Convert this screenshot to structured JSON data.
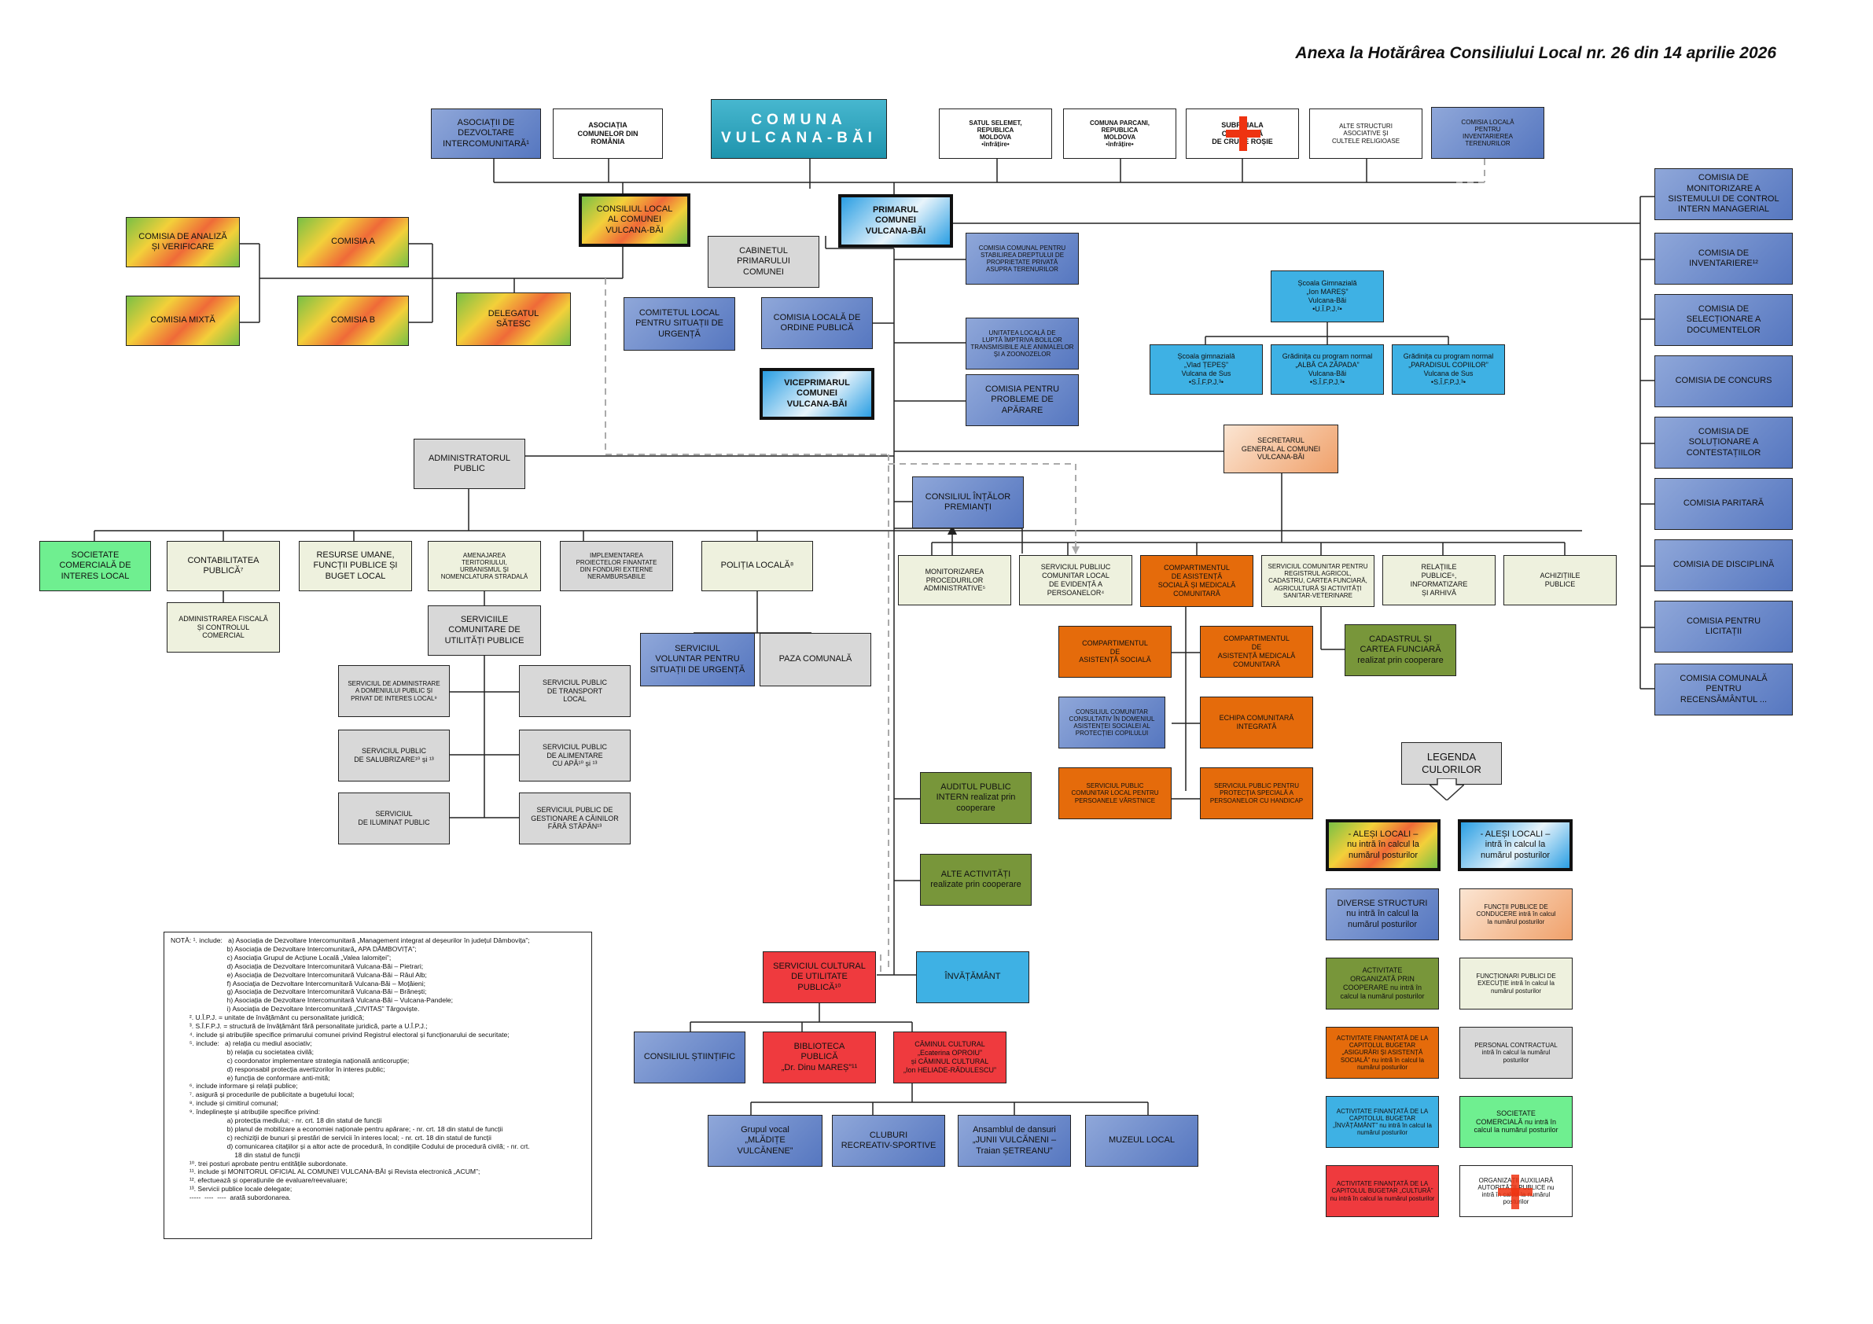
{
  "document": {
    "title": "Anexa la Hotărârea Consiliului Local nr. 26 din 14 aprilie 2026"
  },
  "boxes": {
    "asoc_intercom": "ASOCIAȚII DE\nDEZVOLTARE\nINTERCOMUNITARĂ¹",
    "asoc_comunelor": "ASOCIAȚIA\nCOMUNELOR DIN\nROMÂNIA",
    "comuna": "COMUNA\nVULCANA-BĂI",
    "satul_selemet": "SATUL SELEMET,\nREPUBLICA\nMOLDOVA\n•înfrățire•",
    "comuna_parcani": "COMUNA PARCANI,\nREPUBLICA\nMOLDOVA\n•înfrățire•",
    "subfiliala": "SUBFILIALA\nCOMUNALĂ\nDE CRUCE ROȘIE",
    "alte_structuri": "ALTE STRUCTURI\nASOCIATIVE ȘI\nCULTELE RELIGIOASE",
    "comisia_inventariere_teren": "COMISIA LOCALĂ\nPENTRU\nINVENTARIEREA\nTERENURILOR",
    "consiliul_local": "CONSILIUL LOCAL\nAL COMUNEI\nVULCANA-BĂI",
    "primarul": "PRIMARUL\nCOMUNEI\nVULCANA-BĂI",
    "comisia_analiza": "COMISIA DE ANALIZĂ\nȘI VERIFICARE",
    "comisia_a": "COMISIA A",
    "comisia_mixta": "COMISIA MIXTĂ",
    "comisia_b": "COMISIA B",
    "delegatul": "DELEGATUL\nSĂTESC",
    "cabinetul": "CABINETUL\nPRIMARULUI\nCOMUNEI",
    "comisia_comunala_teren": "COMISIA COMUNAL PENTRU\nSTABILIREA DREPTULUI DE\nPROPRIETATE PRIVATĂ\nASUPRA TERENURILOR",
    "comitetul_local": "COMITETUL LOCAL\nPENTRU SITUAȚII DE\nURGENȚĂ",
    "comisia_ordine": "COMISIA LOCALĂ DE\nORDINE PUBLICĂ",
    "unitatea_locala": "UNITATEA LOCALĂ DE\nLUPTĂ ÎMPTRIVA BOLILOR\nTRANSMISIBILE ALE ANIMALELOR\nȘI A ZOONOZELOR",
    "viceprimarul": "VICEPRIMARUL\nCOMUNEI\nVULCANA-BĂI",
    "comisia_aparare": "COMISIA PENTRU\nPROBLEME DE\nAPĂRARE",
    "scoala_gimn": "Școala Gimnazială\n„Ion MAREȘ”\nVulcana-Băi\n•U.Î.P.J.²•",
    "scoala_tepes": "Școala gimnazială\n„Vlad ȚEPEȘ”\nVulcana de Sus\n•S.Î.F.P.J.³•",
    "gradinita_alba": "Grădinița cu program normal\n„ALBĂ CA ZĂPADA”\nVulcana-Băi\n•S.Î.F.P.J.³•",
    "gradinita_paradis": "Grădinița cu program normal\n„PARADISUL COPIILOR”\nVulcana de Sus\n•S.Î.F.P.J.³•",
    "secretarul": "SECRETARUL\nGENERAL AL COMUNEI\nVULCANA-BĂI",
    "administratorul": "ADMINISTRATORUL\nPUBLIC",
    "consiliul_premianti": "CONSILIUL ÎNȚĂLOR\nPREMIANȚI",
    "societatea": "SOCIETATE\nCOMERCIALĂ DE\nINTERES LOCAL",
    "contabilitatea": "CONTABILITATEA\nPUBLICĂ⁷",
    "resurse_umane": "RESURSE UMANE,\nFUNCȚII PUBLICE ȘI\nBUGET LOCAL",
    "amenajarea": "AMENAJAREA\nTERITORIULUI,\nURBANISMUL ȘI\nNOMENCLATURA STRADALĂ",
    "implementarea": "IMPLEMENTAREA\nPROIECTELOR FINANTATE\nDIN FONDURI EXTERNE\nNERAMBURSABILE",
    "politia": "POLIȚIA LOCALĂ⁸",
    "administrarea_fiscala": "ADMINISTRAREA FISCALĂ\nȘI CONTROLUL\nCOMERCIAL",
    "serviciile_comunitare": "SERVICIILE\nCOMUNITARE DE\nUTILITĂȚI PUBLICE",
    "serv_voluntar": "SERVICIUL\nVOLUNTAR PENTRU\nSITUAȚII DE URGENȚĂ",
    "paza": "PAZA COMUNALĂ",
    "serv_admin_domeniu": "SERVICIUL DE ADMINISTRARE\nA DOMENIULUI PUBLIC ȘI\nPRIVAT DE INTERES LOCAL⁹",
    "serv_transport": "SERVICIUL PUBLIC\nDE TRANSPORT\nLOCAL",
    "serv_salubrizare": "SERVICIUL PUBLIC\nDE SALUBRIZARE¹⁰ și ¹³",
    "serv_alimentare": "SERVICIUL PUBLIC\nDE ALIMENTARE\nCU APĂ¹⁰ și ¹³",
    "serv_iluminat": "SERVICIUL\nDE ILUMINAT PUBLIC",
    "serv_caini": "SERVICIUL PUBLIC DE\nGESTIONARE A CÂINILOR\nFĂRĂ STĂPÂN¹³",
    "monitorizarea": "MONITORIZAREA\nPROCEDURILOR\nADMINISTRATIVE⁵",
    "serv_evidenta": "SERVICIUL PUBLIUC\nCOMUNITAR LOCAL\nDE EVIDENȚĂ A\nPERSOANELOR⁴",
    "compartimentul_asistenta": "COMPARTIMENTUL\nDE ASISTENȚĂ\nSOCIALĂ ȘI MEDICALĂ\nCOMUNITARĂ",
    "serv_registrul": "SERVICIUL COMUNITAR PENTRU\nREGISTRUL AGRICOL,\nCADASTRU, CARTEA FUNCIARĂ,\nAGRICULTURĂ ȘI ACTIVITĂȚI\nSANITAR-VETERINARE",
    "relatiile": "RELAȚIILE\nPUBLICE⁶,\nINFORMATIZARE\nȘI ARHIVĂ",
    "achizitiile": "ACHIZIȚIILE\nPUBLICE",
    "comp_asistenta_sociala": "COMPARTIMENTUL\nDE\nASISTENȚĂ SOCIALĂ",
    "comp_asistenta_medicala": "COMPARTIMENTUL\nDE\nASISTENȚĂ MEDICALĂ\nCOMUNITARĂ",
    "cadastrul": "CADASTRUL ȘI\nCARTEA FUNCIARĂ\nrealizat prin cooperare",
    "consiliul_consultativ": "CONSILIUL COMUNITAR\nCONSULTATIV ÎN DOMENIUL\nASISTENȚEI SOCIALEI AL\nPROTECȚIEI COPILULUI",
    "echipa": "ECHIPA COMUNITARĂ\nINTEGRATĂ",
    "serv_varstnice": "SERVICIUL PUBLIC\nCOMUNITAR LOCAL PENTRU\nPERSOANELE VÂRSTNICE",
    "serv_handicap": "SERVICIUL PUBLIC PENTRU\nPROTECȚIA SPECIALĂ A\nPERSOANELOR CU HANDICAP",
    "auditul": "AUDITUL PUBLIC\nINTERN realizat prin\ncooperare",
    "alte_activitati": "ALTE ACTIVITĂȚI\nrealizate prin cooperare",
    "serv_cultural": "SERVICIUL CULTURAL\nDE UTILITATE\nPUBLICĂ¹⁰",
    "invatamant": "ÎNVĂȚĂMÂNT",
    "consiliul_stiintific": "CONSILIUL ȘTIINȚIFIC",
    "biblioteca": "BIBLIOTECA\nPUBLICĂ\n„Dr. Dinu MAREȘ”¹¹",
    "caminul": "CĂMINUL CULTURAL\n„Ecaterina OPROIU”\nși CĂMINUL CULTURAL\n„Ion HELIADE-RĂDULESCU”",
    "grupul_vocal": "Grupul vocal\n„MLĂDIȚE\nVULCĂNENE”",
    "cluburi": "CLUBURI\nRECREATIV-SPORTIVE",
    "ansamblul": "Ansamblul de dansuri\n„JUNII VULCĂNENI –\nTraian ȘETREANU”",
    "muzeul": "MUZEUL LOCAL",
    "rc_monitorizare": "COMISIA DE\nMONITORIZARE A\nSISTEMULUI DE CONTROL\nINTERN MANAGERIAL",
    "rc_inventariere": "COMISIA DE\nINVENTARIERE¹²",
    "rc_selectionare": "COMISIA DE\nSELECȚIONARE A\nDOCUMENTELOR",
    "rc_concurs": "COMISIA DE CONCURS",
    "rc_solutionare": "COMISIA DE\nSOLUȚIONARE A\nCONTESTAȚIILOR",
    "rc_paritara": "COMISIA PARITARĂ",
    "rc_disciplina": "COMISIA DE DISCIPLINĂ",
    "rc_licitatii": "COMISIA PENTRU\nLICITAȚII",
    "rc_recensamant": "COMISIA COMUNALĂ\nPENTRU\nRECENSĂMÂNTUL ..."
  },
  "legend": {
    "title": "LEGENDA\nCULORILOR",
    "alesi_out": "- ALEȘI LOCALI –\nnu intră în calcul la\nnumărul posturilor",
    "alesi_in": "- ALEȘI LOCALI –\nintră în calcul la\nnumărul posturilor",
    "diverse": "DIVERSE STRUCTURI\nnu intră în calcul la\nnumărul posturilor",
    "functii_conducere": "FUNCȚII PUBLICE DE\nCONDUCERE intră în calcul\nla numărul posturilor",
    "activitate_cooperare": "ACTIVITATE\nORGANIZATĂ PRIN\nCOOPERARE nu intră în\ncalcul la numărul posturilor",
    "functionari_executie": "FUNCȚIONARI PUBLICI DE\nEXECUȚIE intră în calcul la\nnumărul posturilor",
    "activitate_asigurari": "ACTIVITATE FINANȚATĂ DE LA\nCAPITOLUL BUGETAR\n„ASIGURĂRI ȘI ASISTENȚĂ\nSOCIALĂ” nu intră în calcul la\nnumărul posturilor",
    "personal_contractual": "PERSONAL CONTRACTUAL\nintră în calcul la numărul\nposturilor",
    "activitate_invatamant": "ACTIVITATE FINANȚATĂ DE LA\nCAPITOLUL BUGETAR\n„ÎNVĂȚĂMÂNT” nu intră în calcul la\nnumărul posturilor",
    "societate_comerciala": "SOCIETATE\nCOMERCIALĂ nu intră în\ncalcul la numărul posturilor",
    "activitate_cultura": "ACTIVITATE FINANȚATĂ DE LA\nCAPITOLUL BUGETAR „CULTURĂ”\nnu intră în calcul la numărul posturilor",
    "organizatii_auxiliare": "ORGANIZAȚII AUXILIARĂ\nAUTORITĂȚII PUBLICE nu\nintră în calcul la numărul\nposturilor"
  },
  "notes": [
    "NOTĂ: ¹. include:   a) Asociația de Dezvoltare Intercomunitară „Management integrat al deșeurilor în județul Dâmbovița”;",
    "                              b) Asociația de Dezvoltare Intercomunitară„ APA DÂMBOVIȚA”;",
    "                              c) Asociația Grupul de Acțiune Locală „Valea Ialomiței”;",
    "                              d) Asociația de Dezvoltare Intercomunitară Vulcana-Băi – Pietrari;",
    "                              e) Asociația de Dezvoltare Intercomunitară Vulcana-Băi – Râul Alb;",
    "                              f) Asociația de Dezvoltare Intercomunitară Vulcana-Băi – Moțăieni;",
    "                              g) Asociația de Dezvoltare Intercomunitară Vulcana-Băi – Brănești;",
    "                              h) Asociația de Dezvoltare Intercomunitară Vulcana-Băi – Vulcana-Pandele;",
    "                              i) Asociația de Dezvoltare Intercomunitară „CIVITAS” Târgoviște.",
    "          ². U.Î.P.J. = unitate de învățământ cu personalitate juridică;",
    "          ³. S.Î.F.P.J. = structură de învățământ fără personalitate juridică, parte a U.Î.P.J.;",
    "          ⁴. include și atribuțiile specifice primarului comunei privind Registrul electoral și funcționarului de securitate;",
    "          ⁵. include:   a) relația cu mediul asociativ;",
    "                              b) relația cu societatea civilă;",
    "                              c) coordonator implementare strategia națională anticorupție;",
    "                              d) responsabil protecția avertizorilor în interes public;",
    "                              e) funcția de conformare anti-mită;",
    "          ⁶. include informare și relații publice;",
    "          ⁷. asigură și procedurile de publicitate a bugetului local;",
    "          ⁸. include și cimitirul comunal;",
    "          ⁹. îndeplinește și atribuțiile specifice privind:",
    "                              a) protecția mediului; - nr. crt. 18 din statul de funcții",
    "                              b) planul de mobilizare a economiei naționale pentru apărare; - nr. crt. 18 din statul de funcții",
    "                              c) rechiziții de bunuri și prestări de servicii în interes local; - nr. crt. 18 din statul de funcții",
    "                              d) comunicarea citațiilor și a altor acte de procedură, în condițiile Codului de procedură civilă; - nr. crt.",
    "                                  18 din statul de funcții",
    "          ¹⁰. trei posturi aprobate pentru entitățile subordonate.",
    "          ¹¹. include și MONITORUL OFICIAL AL COMUNEI VULCANA-BĂI și Revista electronică „ACUM”;",
    "          ¹². efectuează și operațiunile de evaluare/reevaluare;",
    "          ¹³. Servicii publice locale delegate;",
    "          -----  ----  ----  arată subordonarea."
  ]
}
